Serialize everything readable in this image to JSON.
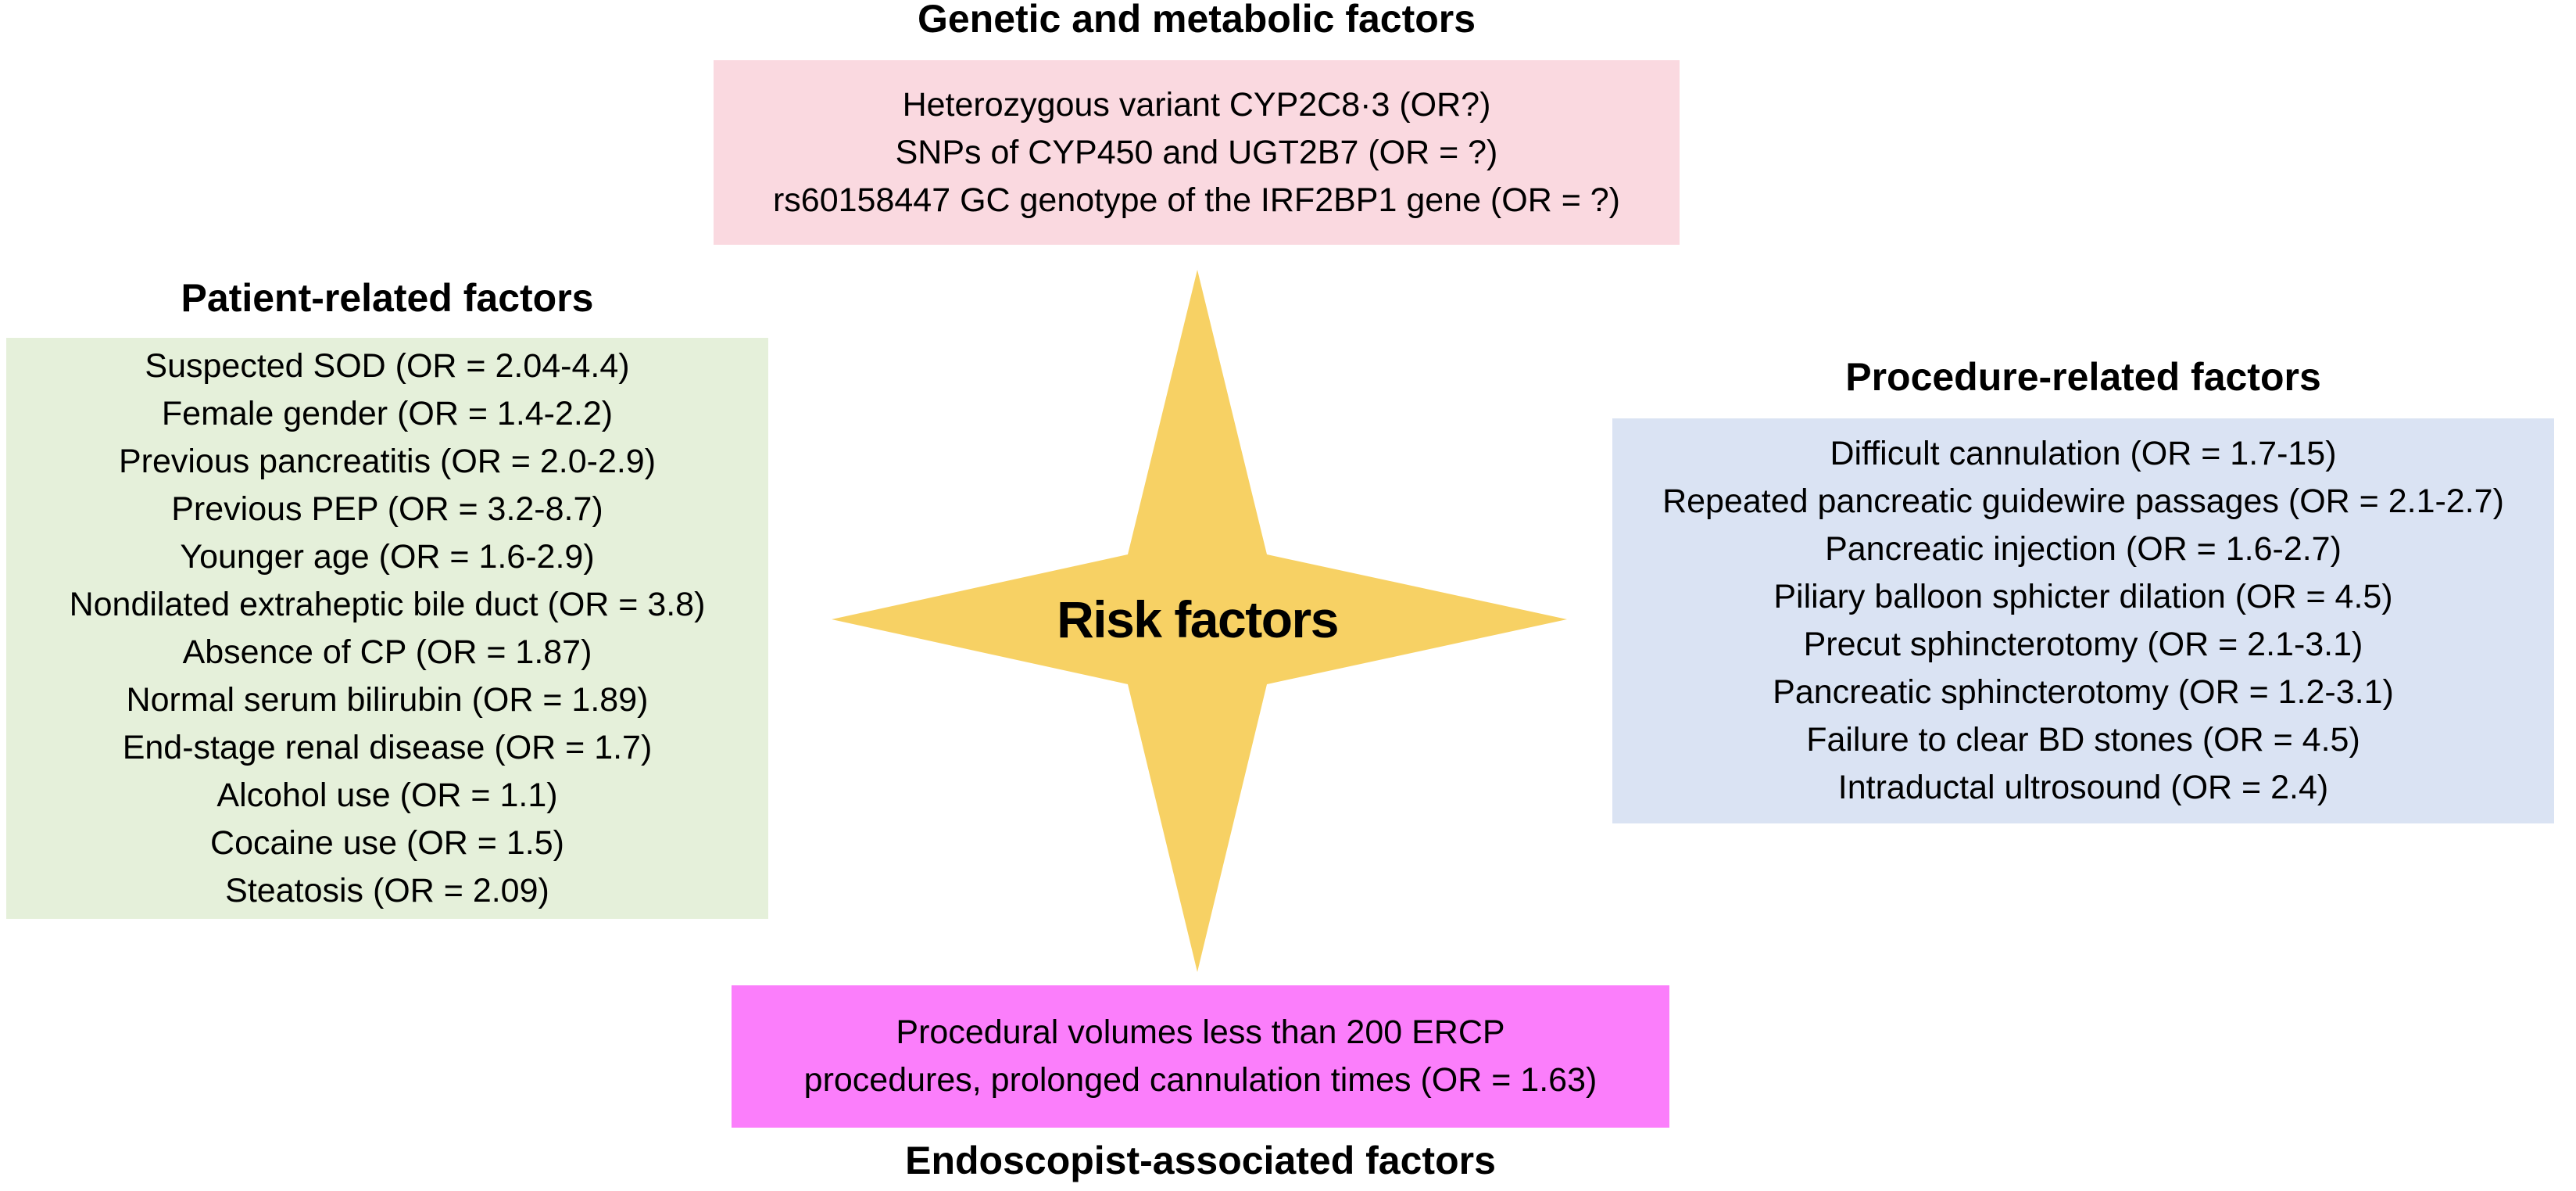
{
  "center": {
    "label": "Risk factors"
  },
  "colors": {
    "genetic_box": "#fad9e0",
    "patient_box": "#e5f0da",
    "procedure_box": "#dae3f3",
    "endoscopist_box": "#fb7efb",
    "star": "#f7d164",
    "text": "#000000"
  },
  "sections": {
    "genetic": {
      "heading": "Genetic and metabolic factors",
      "items": [
        "Heterozygous variant CYP2C8·3 (OR?)",
        "SNPs of CYP450 and UGT2B7 (OR = ?)",
        "rs60158447 GC genotype of the IRF2BP1 gene (OR = ?)"
      ]
    },
    "patient": {
      "heading": "Patient-related factors",
      "items": [
        "Suspected SOD (OR = 2.04-4.4)",
        "Female gender (OR = 1.4-2.2)",
        "Previous pancreatitis (OR = 2.0-2.9)",
        "Previous PEP (OR = 3.2-8.7)",
        "Younger age (OR = 1.6-2.9)",
        "Nondilated extraheptic bile duct (OR = 3.8)",
        "Absence of CP (OR = 1.87)",
        "Normal serum bilirubin (OR = 1.89)",
        "End-stage renal disease (OR = 1.7)",
        "Alcohol use (OR = 1.1)",
        "Cocaine use (OR = 1.5)",
        "Steatosis (OR = 2.09)"
      ]
    },
    "procedure": {
      "heading": "Procedure-related factors",
      "items": [
        "Difficult cannulation (OR = 1.7-15)",
        "Repeated pancreatic guidewire passages (OR = 2.1-2.7)",
        "Pancreatic injection (OR = 1.6-2.7)",
        "Piliary balloon sphicter dilation (OR = 4.5)",
        "Precut sphincterotomy (OR = 2.1-3.1)",
        "Pancreatic sphincterotomy (OR = 1.2-3.1)",
        "Failure to clear BD stones (OR = 4.5)",
        "Intraductal ultrosound (OR = 2.4)"
      ]
    },
    "endoscopist": {
      "heading": "Endoscopist-associated factors",
      "items": [
        "Procedural volumes less than 200 ERCP",
        "procedures, prolonged cannulation times (OR = 1.63)"
      ]
    }
  }
}
